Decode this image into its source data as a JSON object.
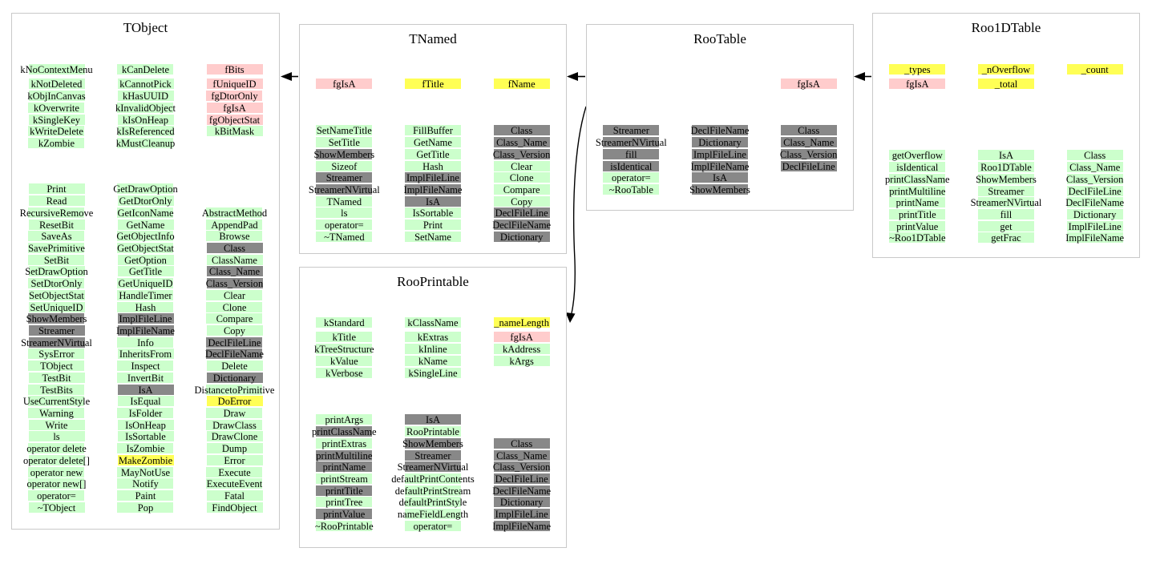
{
  "colors": {
    "member_static": "#ffcccc",
    "member_data": "#ffff55",
    "method_own": "#ccffcc",
    "method_inherited": "#888888",
    "box_border": "#c9c9c9",
    "arrow": "#000000",
    "background": "#ffffff"
  },
  "arrows": [
    {
      "name": "tnamed-inherits-tobject"
    },
    {
      "name": "rootable-inherits-tnamed"
    },
    {
      "name": "roo1dtable-inherits-rootable"
    },
    {
      "name": "rootable-inherits-rooprintable"
    }
  ],
  "boxes": [
    {
      "id": "tobject",
      "title": "TObject",
      "members_a": [
        [
          {
            "t": "kNoContextMenu",
            "c": "g"
          },
          {
            "t": "kCanDelete",
            "c": "g"
          },
          {
            "t": "fBits",
            "c": "p"
          }
        ]
      ],
      "members_b": [
        [
          {
            "t": "kNotDeleted",
            "c": "g"
          },
          {
            "t": "kCannotPick",
            "c": "g"
          },
          {
            "t": "fUniqueID",
            "c": "p"
          }
        ],
        [
          {
            "t": "kObjInCanvas",
            "c": "g"
          },
          {
            "t": "kHasUUID",
            "c": "g"
          },
          {
            "t": "fgDtorOnly",
            "c": "p"
          }
        ],
        [
          {
            "t": "kOverwrite",
            "c": "g"
          },
          {
            "t": "kInvalidObject",
            "c": "g"
          },
          {
            "t": "fgIsA",
            "c": "p"
          }
        ],
        [
          {
            "t": "kSingleKey",
            "c": "g"
          },
          {
            "t": "kIsOnHeap",
            "c": "g"
          },
          {
            "t": "fgObjectStat",
            "c": "p"
          }
        ],
        [
          {
            "t": "kWriteDelete",
            "c": "g"
          },
          {
            "t": "kIsReferenced",
            "c": "g"
          },
          {
            "t": "kBitMask",
            "c": "g"
          }
        ],
        [
          {
            "t": "kZombie",
            "c": "g"
          },
          {
            "t": "kMustCleanup",
            "c": "g"
          },
          null
        ]
      ],
      "methods": [
        [
          {
            "t": "Print",
            "c": "g"
          },
          {
            "t": "GetDrawOption",
            "c": "g"
          },
          null
        ],
        [
          {
            "t": "Read",
            "c": "g"
          },
          {
            "t": "GetDtorOnly",
            "c": "g"
          },
          null
        ],
        [
          {
            "t": "RecursiveRemove",
            "c": "g"
          },
          {
            "t": "GetIconName",
            "c": "g"
          },
          {
            "t": "AbstractMethod",
            "c": "g"
          }
        ],
        [
          {
            "t": "ResetBit",
            "c": "g"
          },
          {
            "t": "GetName",
            "c": "g"
          },
          {
            "t": "AppendPad",
            "c": "g"
          }
        ],
        [
          {
            "t": "SaveAs",
            "c": "g"
          },
          {
            "t": "GetObjectInfo",
            "c": "g"
          },
          {
            "t": "Browse",
            "c": "g"
          }
        ],
        [
          {
            "t": "SavePrimitive",
            "c": "g"
          },
          {
            "t": "GetObjectStat",
            "c": "g"
          },
          {
            "t": "Class",
            "c": "d"
          }
        ],
        [
          {
            "t": "SetBit",
            "c": "g"
          },
          {
            "t": "GetOption",
            "c": "g"
          },
          {
            "t": "ClassName",
            "c": "g"
          }
        ],
        [
          {
            "t": "SetDrawOption",
            "c": "g"
          },
          {
            "t": "GetTitle",
            "c": "g"
          },
          {
            "t": "Class_Name",
            "c": "d"
          }
        ],
        [
          {
            "t": "SetDtorOnly",
            "c": "g"
          },
          {
            "t": "GetUniqueID",
            "c": "g"
          },
          {
            "t": "Class_Version",
            "c": "d"
          }
        ],
        [
          {
            "t": "SetObjectStat",
            "c": "g"
          },
          {
            "t": "HandleTimer",
            "c": "g"
          },
          {
            "t": "Clear",
            "c": "g"
          }
        ],
        [
          {
            "t": "SetUniqueID",
            "c": "g"
          },
          {
            "t": "Hash",
            "c": "g"
          },
          {
            "t": "Clone",
            "c": "g"
          }
        ],
        [
          {
            "t": "ShowMembers",
            "c": "d"
          },
          {
            "t": "ImplFileLine",
            "c": "d"
          },
          {
            "t": "Compare",
            "c": "g"
          }
        ],
        [
          {
            "t": "Streamer",
            "c": "d"
          },
          {
            "t": "ImplFileName",
            "c": "d"
          },
          {
            "t": "Copy",
            "c": "g"
          }
        ],
        [
          {
            "t": "StreamerNVirtual",
            "c": "d"
          },
          {
            "t": "Info",
            "c": "g"
          },
          {
            "t": "DeclFileLine",
            "c": "d"
          }
        ],
        [
          {
            "t": "SysError",
            "c": "g"
          },
          {
            "t": "InheritsFrom",
            "c": "g"
          },
          {
            "t": "DeclFileName",
            "c": "d"
          }
        ],
        [
          {
            "t": "TObject",
            "c": "g"
          },
          {
            "t": "Inspect",
            "c": "g"
          },
          {
            "t": "Delete",
            "c": "g"
          }
        ],
        [
          {
            "t": "TestBit",
            "c": "g"
          },
          {
            "t": "InvertBit",
            "c": "g"
          },
          {
            "t": "Dictionary",
            "c": "d"
          }
        ],
        [
          {
            "t": "TestBits",
            "c": "g"
          },
          {
            "t": "IsA",
            "c": "d"
          },
          {
            "t": "DistancetoPrimitive",
            "c": "g"
          }
        ],
        [
          {
            "t": "UseCurrentStyle",
            "c": "g"
          },
          {
            "t": "IsEqual",
            "c": "g"
          },
          {
            "t": "DoError",
            "c": "y"
          }
        ],
        [
          {
            "t": "Warning",
            "c": "g"
          },
          {
            "t": "IsFolder",
            "c": "g"
          },
          {
            "t": "Draw",
            "c": "g"
          }
        ],
        [
          {
            "t": "Write",
            "c": "g"
          },
          {
            "t": "IsOnHeap",
            "c": "g"
          },
          {
            "t": "DrawClass",
            "c": "g"
          }
        ],
        [
          {
            "t": "ls",
            "c": "g"
          },
          {
            "t": "IsSortable",
            "c": "g"
          },
          {
            "t": "DrawClone",
            "c": "g"
          }
        ],
        [
          {
            "t": "operator delete",
            "c": "g"
          },
          {
            "t": "IsZombie",
            "c": "g"
          },
          {
            "t": "Dump",
            "c": "g"
          }
        ],
        [
          {
            "t": "operator delete[]",
            "c": "g"
          },
          {
            "t": "MakeZombie",
            "c": "y"
          },
          {
            "t": "Error",
            "c": "g"
          }
        ],
        [
          {
            "t": "operator new",
            "c": "g"
          },
          {
            "t": "MayNotUse",
            "c": "g"
          },
          {
            "t": "Execute",
            "c": "g"
          }
        ],
        [
          {
            "t": "operator new[]",
            "c": "g"
          },
          {
            "t": "Notify",
            "c": "g"
          },
          {
            "t": "ExecuteEvent",
            "c": "g"
          }
        ],
        [
          {
            "t": "operator=",
            "c": "g"
          },
          {
            "t": "Paint",
            "c": "g"
          },
          {
            "t": "Fatal",
            "c": "g"
          }
        ],
        [
          {
            "t": "~TObject",
            "c": "g"
          },
          {
            "t": "Pop",
            "c": "g"
          },
          {
            "t": "FindObject",
            "c": "g"
          }
        ]
      ]
    },
    {
      "id": "tnamed",
      "title": "TNamed",
      "members_a": [
        [
          {
            "t": "fgIsA",
            "c": "p"
          },
          {
            "t": "fTitle",
            "c": "y"
          },
          {
            "t": "fName",
            "c": "y"
          }
        ]
      ],
      "members_b": null,
      "methods": [
        [
          {
            "t": "SetNameTitle",
            "c": "g"
          },
          {
            "t": "FillBuffer",
            "c": "g"
          },
          {
            "t": "Class",
            "c": "d"
          }
        ],
        [
          {
            "t": "SetTitle",
            "c": "g"
          },
          {
            "t": "GetName",
            "c": "g"
          },
          {
            "t": "Class_Name",
            "c": "d"
          }
        ],
        [
          {
            "t": "ShowMembers",
            "c": "d"
          },
          {
            "t": "GetTitle",
            "c": "g"
          },
          {
            "t": "Class_Version",
            "c": "d"
          }
        ],
        [
          {
            "t": "Sizeof",
            "c": "g"
          },
          {
            "t": "Hash",
            "c": "g"
          },
          {
            "t": "Clear",
            "c": "g"
          }
        ],
        [
          {
            "t": "Streamer",
            "c": "d"
          },
          {
            "t": "ImplFileLine",
            "c": "d"
          },
          {
            "t": "Clone",
            "c": "g"
          }
        ],
        [
          {
            "t": "StreamerNVirtual",
            "c": "d"
          },
          {
            "t": "ImplFileName",
            "c": "d"
          },
          {
            "t": "Compare",
            "c": "g"
          }
        ],
        [
          {
            "t": "TNamed",
            "c": "g"
          },
          {
            "t": "IsA",
            "c": "d"
          },
          {
            "t": "Copy",
            "c": "g"
          }
        ],
        [
          {
            "t": "ls",
            "c": "g"
          },
          {
            "t": "IsSortable",
            "c": "g"
          },
          {
            "t": "DeclFileLine",
            "c": "d"
          }
        ],
        [
          {
            "t": "operator=",
            "c": "g"
          },
          {
            "t": "Print",
            "c": "g"
          },
          {
            "t": "DeclFileName",
            "c": "d"
          }
        ],
        [
          {
            "t": "~TNamed",
            "c": "g"
          },
          {
            "t": "SetName",
            "c": "g"
          },
          {
            "t": "Dictionary",
            "c": "d"
          }
        ]
      ]
    },
    {
      "id": "rootable",
      "title": "RooTable",
      "members_a": [
        [
          null,
          null,
          {
            "t": "fgIsA",
            "c": "p"
          }
        ]
      ],
      "members_b": null,
      "methods": [
        [
          {
            "t": "Streamer",
            "c": "d"
          },
          {
            "t": "DeclFileName",
            "c": "d"
          },
          {
            "t": "Class",
            "c": "d"
          }
        ],
        [
          {
            "t": "StreamerNVirtual",
            "c": "d"
          },
          {
            "t": "Dictionary",
            "c": "d"
          },
          {
            "t": "Class_Name",
            "c": "d"
          }
        ],
        [
          {
            "t": "fill",
            "c": "d"
          },
          {
            "t": "ImplFileLine",
            "c": "d"
          },
          {
            "t": "Class_Version",
            "c": "d"
          }
        ],
        [
          {
            "t": "isIdentical",
            "c": "d"
          },
          {
            "t": "ImplFileName",
            "c": "d"
          },
          {
            "t": "DeclFileLine",
            "c": "d"
          }
        ],
        [
          {
            "t": "operator=",
            "c": "g"
          },
          {
            "t": "IsA",
            "c": "d"
          },
          null
        ],
        [
          {
            "t": "~RooTable",
            "c": "g"
          },
          {
            "t": "ShowMembers",
            "c": "d"
          },
          null
        ]
      ]
    },
    {
      "id": "roo1dtable",
      "title": "Roo1DTable",
      "members_a": [
        [
          {
            "t": "_types",
            "c": "y"
          },
          {
            "t": "_nOverflow",
            "c": "y"
          },
          {
            "t": "_count",
            "c": "y"
          }
        ]
      ],
      "members_b": [
        [
          {
            "t": "fgIsA",
            "c": "p"
          },
          {
            "t": "_total",
            "c": "y"
          },
          null
        ]
      ],
      "methods": [
        [
          {
            "t": "getOverflow",
            "c": "g"
          },
          {
            "t": "IsA",
            "c": "g"
          },
          {
            "t": "Class",
            "c": "g"
          }
        ],
        [
          {
            "t": "isIdentical",
            "c": "g"
          },
          {
            "t": "Roo1DTable",
            "c": "g"
          },
          {
            "t": "Class_Name",
            "c": "g"
          }
        ],
        [
          {
            "t": "printClassName",
            "c": "g"
          },
          {
            "t": "ShowMembers",
            "c": "g"
          },
          {
            "t": "Class_Version",
            "c": "g"
          }
        ],
        [
          {
            "t": "printMultiline",
            "c": "g"
          },
          {
            "t": "Streamer",
            "c": "g"
          },
          {
            "t": "DeclFileLine",
            "c": "g"
          }
        ],
        [
          {
            "t": "printName",
            "c": "g"
          },
          {
            "t": "StreamerNVirtual",
            "c": "g"
          },
          {
            "t": "DeclFileName",
            "c": "g"
          }
        ],
        [
          {
            "t": "printTitle",
            "c": "g"
          },
          {
            "t": "fill",
            "c": "g"
          },
          {
            "t": "Dictionary",
            "c": "g"
          }
        ],
        [
          {
            "t": "printValue",
            "c": "g"
          },
          {
            "t": "get",
            "c": "g"
          },
          {
            "t": "ImplFileLine",
            "c": "g"
          }
        ],
        [
          {
            "t": "~Roo1DTable",
            "c": "g"
          },
          {
            "t": "getFrac",
            "c": "g"
          },
          {
            "t": "ImplFileName",
            "c": "g"
          }
        ]
      ]
    },
    {
      "id": "rooprintable",
      "title": "RooPrintable",
      "members_a": [
        [
          {
            "t": "kStandard",
            "c": "g"
          },
          {
            "t": "kClassName",
            "c": "g"
          },
          {
            "t": "_nameLength",
            "c": "y"
          }
        ]
      ],
      "members_b": [
        [
          {
            "t": "kTitle",
            "c": "g"
          },
          {
            "t": "kExtras",
            "c": "g"
          },
          {
            "t": "fgIsA",
            "c": "p"
          }
        ],
        [
          {
            "t": "kTreeStructure",
            "c": "g"
          },
          {
            "t": "kInline",
            "c": "g"
          },
          {
            "t": "kAddress",
            "c": "g"
          }
        ],
        [
          {
            "t": "kValue",
            "c": "g"
          },
          {
            "t": "kName",
            "c": "g"
          },
          {
            "t": "kArgs",
            "c": "g"
          }
        ],
        [
          {
            "t": "kVerbose",
            "c": "g"
          },
          {
            "t": "kSingleLine",
            "c": "g"
          },
          null
        ]
      ],
      "methods": [
        [
          {
            "t": "printArgs",
            "c": "g"
          },
          {
            "t": "IsA",
            "c": "d"
          },
          null
        ],
        [
          {
            "t": "printClassName",
            "c": "d"
          },
          {
            "t": "RooPrintable",
            "c": "g"
          },
          null
        ],
        [
          {
            "t": "printExtras",
            "c": "g"
          },
          {
            "t": "ShowMembers",
            "c": "d"
          },
          {
            "t": "Class",
            "c": "d"
          }
        ],
        [
          {
            "t": "printMultiline",
            "c": "d"
          },
          {
            "t": "Streamer",
            "c": "d"
          },
          {
            "t": "Class_Name",
            "c": "d"
          }
        ],
        [
          {
            "t": "printName",
            "c": "d"
          },
          {
            "t": "StreamerNVirtual",
            "c": "d"
          },
          {
            "t": "Class_Version",
            "c": "d"
          }
        ],
        [
          {
            "t": "printStream",
            "c": "g"
          },
          {
            "t": "defaultPrintContents",
            "c": "g"
          },
          {
            "t": "DeclFileLine",
            "c": "d"
          }
        ],
        [
          {
            "t": "printTitle",
            "c": "d"
          },
          {
            "t": "defaultPrintStream",
            "c": "g"
          },
          {
            "t": "DeclFileName",
            "c": "d"
          }
        ],
        [
          {
            "t": "printTree",
            "c": "g"
          },
          {
            "t": "defaultPrintStyle",
            "c": "g"
          },
          {
            "t": "Dictionary",
            "c": "d"
          }
        ],
        [
          {
            "t": "printValue",
            "c": "d"
          },
          {
            "t": "nameFieldLength",
            "c": "g"
          },
          {
            "t": "ImplFileLine",
            "c": "d"
          }
        ],
        [
          {
            "t": "~RooPrintable",
            "c": "g"
          },
          {
            "t": "operator=",
            "c": "g"
          },
          {
            "t": "ImplFileName",
            "c": "d"
          }
        ]
      ]
    }
  ]
}
